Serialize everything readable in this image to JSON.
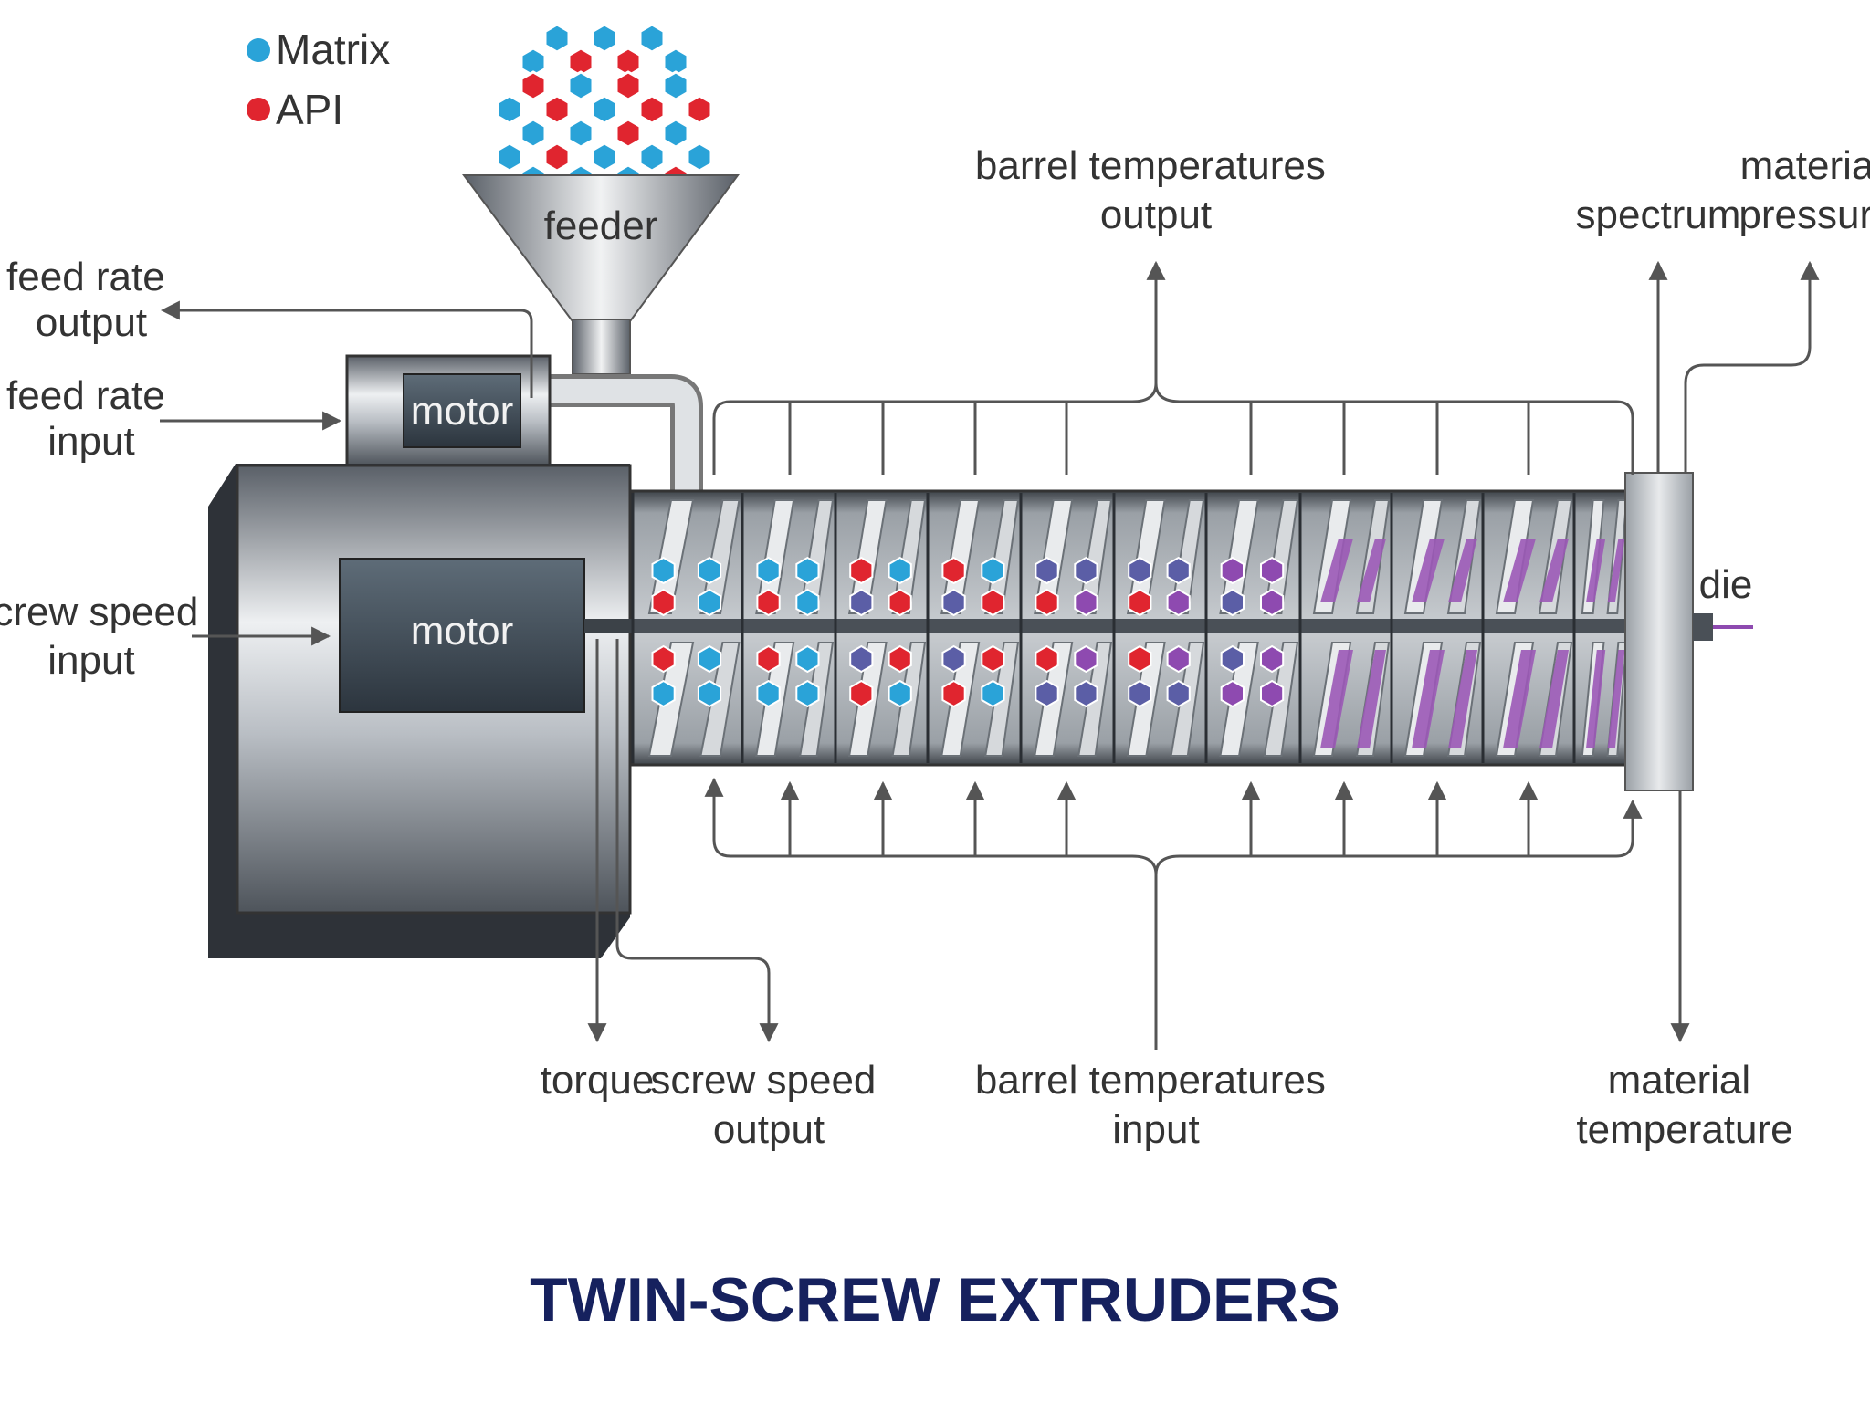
{
  "legend": {
    "matrix": {
      "label": "Matrix",
      "color": "#2aa3d8"
    },
    "api": {
      "label": "API",
      "color": "#e0252f"
    }
  },
  "particle_colors": {
    "mixed": "#5b5ea6",
    "dispersed": "#8e4ab0",
    "melt": "#9b59b6"
  },
  "labels": {
    "feeder": "feeder",
    "motor_small": "motor",
    "motor_large": "motor",
    "feed_rate_output": [
      "feed rate",
      "output"
    ],
    "feed_rate_input": [
      "feed rate",
      "input"
    ],
    "screw_speed_input": [
      "screw speed",
      "input"
    ],
    "barrel_temperatures_output": [
      "barrel temperatures",
      "output"
    ],
    "spectrum": "spectrum",
    "material_pressure": [
      "material",
      "pressure"
    ],
    "die": "die",
    "torque": "torque",
    "screw_speed_output": [
      "screw speed",
      "output"
    ],
    "barrel_temperatures_input": [
      "barrel temperatures",
      "input"
    ],
    "material_temperature": [
      "material",
      "temperature"
    ]
  },
  "title": "TWIN-SCREW EXTRUDERS"
}
